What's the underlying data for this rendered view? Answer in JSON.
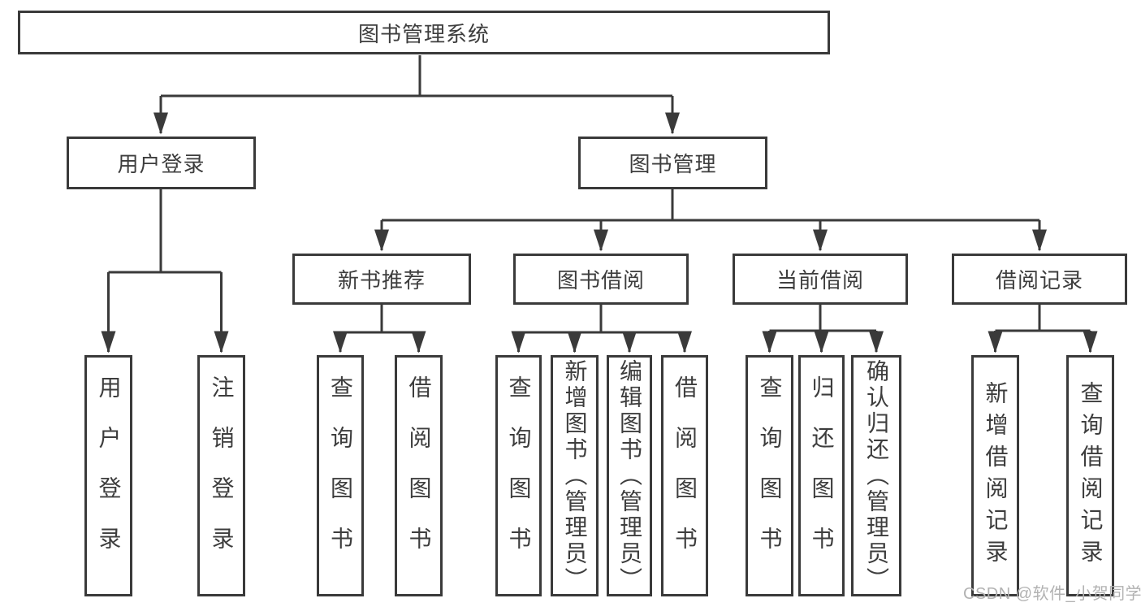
{
  "colors": {
    "line": "#3a3a3a",
    "node_border": "#3a3a3a",
    "node_bg": "#ffffff",
    "node_text": "#3d3d3d",
    "watermark_text": "#b2b2b2"
  },
  "watermark": {
    "text": "CSDN @软件_小贺同学"
  },
  "tree": {
    "label": "图书管理系统",
    "children": [
      {
        "label": "用户登录",
        "children": [
          {
            "label": "用户登录"
          },
          {
            "label": "注销登录"
          }
        ]
      },
      {
        "label": "图书管理",
        "children": [
          {
            "label": "新书推荐",
            "children": [
              {
                "label": "查询图书"
              },
              {
                "label": "借阅图书"
              }
            ]
          },
          {
            "label": "图书借阅",
            "children": [
              {
                "label": "查询图书"
              },
              {
                "label": "新增图书（管理员）"
              },
              {
                "label": "编辑图书（管理员）"
              },
              {
                "label": "借阅图书"
              }
            ]
          },
          {
            "label": "当前借阅",
            "children": [
              {
                "label": "查询图书"
              },
              {
                "label": "归还图书"
              },
              {
                "label": "确认归还（管理员）"
              }
            ]
          },
          {
            "label": "借阅记录",
            "children": [
              {
                "label": "新增借阅记录"
              },
              {
                "label": "查询借阅记录"
              }
            ]
          }
        ]
      }
    ]
  }
}
